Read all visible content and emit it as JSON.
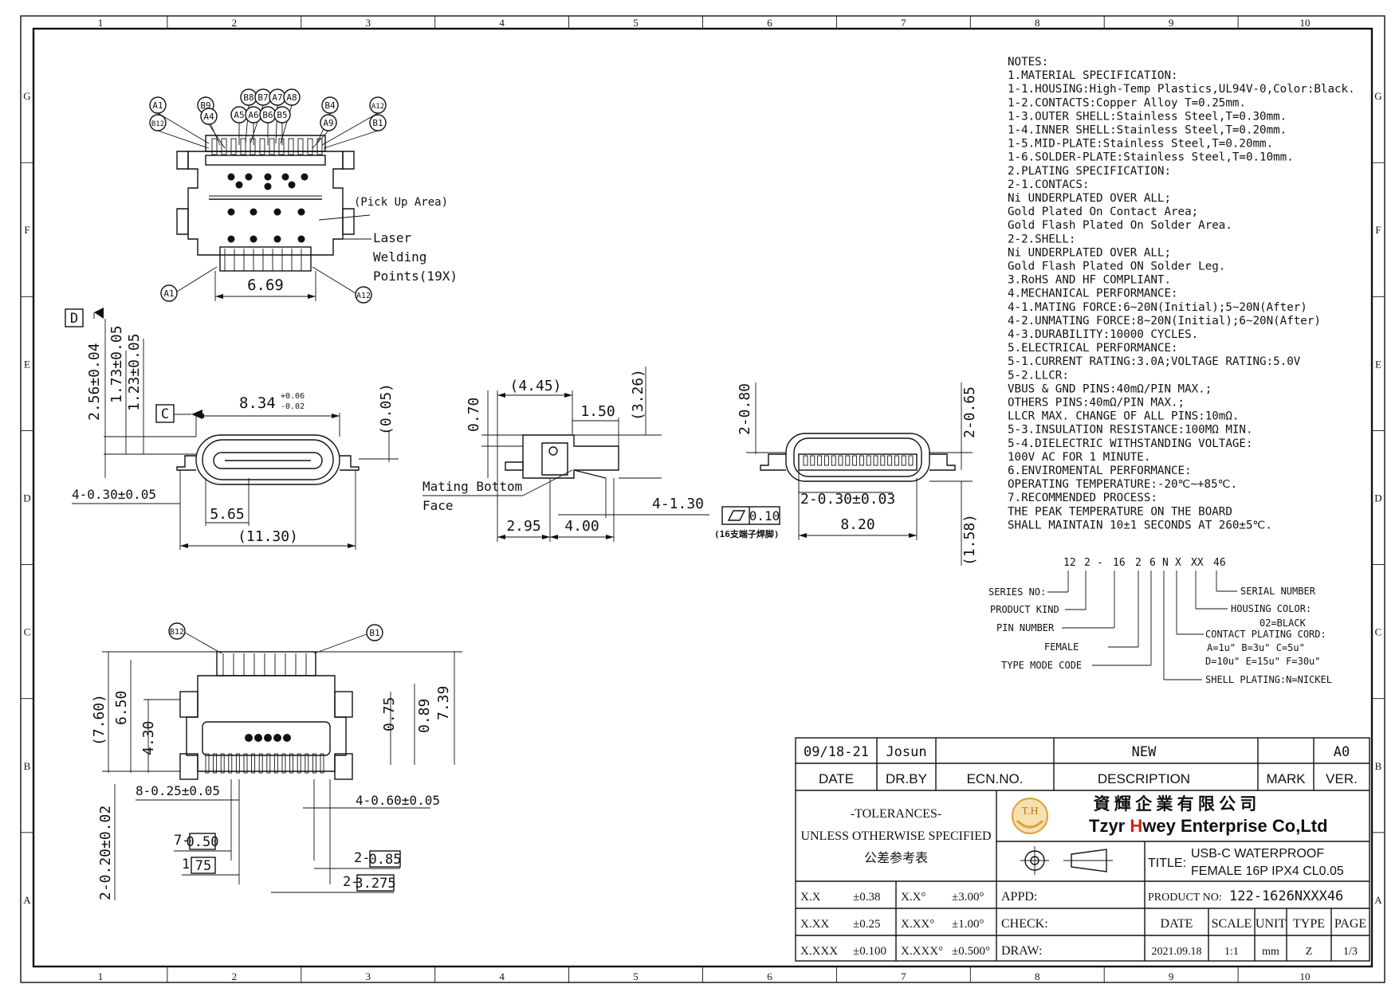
{
  "frame": {
    "columns": [
      "1",
      "2",
      "3",
      "4",
      "5",
      "6",
      "7",
      "8",
      "9",
      "10"
    ],
    "rows": [
      "G",
      "F",
      "E",
      "D",
      "C",
      "B",
      "A"
    ]
  },
  "top_view": {
    "pin_callouts": [
      "A1",
      "B12",
      "B9",
      "A4",
      "B8",
      "B7",
      "A7",
      "A8",
      "A5",
      "A6",
      "B6",
      "B5",
      "B4",
      "A9",
      "A12",
      "B1"
    ],
    "bottom_callouts": [
      "A1",
      "A12"
    ],
    "pickup_label": "(Pick Up Area)",
    "laser_label": [
      "Laser",
      "Welding",
      "Points(19X)"
    ],
    "width_dim": "6.69"
  },
  "front_view": {
    "datum_d": "D",
    "datum_c": "C",
    "dim_256": "2.56±0.04",
    "dim_173": "1.73±0.05",
    "dim_123": "1.23±0.05",
    "dim_834": "8.34",
    "dim_834_tol_plus": "+0.06",
    "dim_834_tol_minus": "-0.02",
    "dim_005": "(0.05)",
    "dim_030": "4-0.30±0.05",
    "dim_565": "5.65",
    "dim_1130": "(11.30)"
  },
  "side_view": {
    "dim_445": "(4.45)",
    "dim_070": "0.70",
    "dim_150": "1.50",
    "dim_326": "(3.26)",
    "mating_label": [
      "Mating Bottom",
      "Face"
    ],
    "dim_130": "4-1.30",
    "dim_295": "2.95",
    "dim_400": "4.00"
  },
  "rear_view": {
    "dim_080": "2-0.80",
    "dim_065": "2-0.65",
    "dim_030b": "2-0.30±0.03",
    "flatness_value": "0.10",
    "flatness_note": "(16支端子焊脚)",
    "dim_820": "8.20",
    "dim_158": "(1.58)"
  },
  "bottom_view": {
    "callouts": [
      "B12",
      "B1"
    ],
    "dim_760": "(7.60)",
    "dim_650": "6.50",
    "dim_430": "4.30",
    "dim_075": "0.75",
    "dim_089": "0.89",
    "dim_739": "7.39",
    "dim_025": "8-0.25±0.05",
    "dim_060": "4-0.60±0.05",
    "dim_020": "2-0.20±0.02",
    "dim_050_prefix": "7-",
    "dim_050": "0.50",
    "dim_175_prefix": "1",
    "dim_175": "75",
    "dim_085_prefix": "2-",
    "dim_085": "0.85",
    "dim_3275_prefix": "2-",
    "dim_3275": "3.275"
  },
  "notes": [
    "NOTES:",
    "1.MATERIAL  SPECIFICATION:",
    "  1-1.HOUSING:High-Temp  Plastics,UL94V-0,Color:Black.",
    "  1-2.CONTACTS:Copper  Alloy  T=0.25mm.",
    "  1-3.OUTER  SHELL:Stainless  Steel,T=0.30mm.",
    "  1-4.INNER  SHELL:Stainless  Steel,T=0.20mm.",
    "  1-5.MID-PLATE:Stainless  Steel,T=0.20mm.",
    "  1-6.SOLDER-PLATE:Stainless  Steel,T=0.10mm.",
    "  2.PLATING  SPECIFICATION:",
    "  2-1.CONTACS:",
    "      Ni  UNDERPLATED  OVER  ALL;",
    "      Gold  Plated  On  Contact  Area;",
    "      Gold  Flash  Plated  On  Solder  Area.",
    "  2-2.SHELL:",
    "      Ni  UNDERPLATED  OVER  ALL;",
    "      Gold  Flash  Plated  ON  Solder  Leg.",
    "3.RoHS  AND  HF  COMPLIANT.",
    "4.MECHANICAL  PERFORMANCE:",
    "  4-1.MATING  FORCE:6~20N(Initial);5~20N(After)",
    "  4-2.UNMATING  FORCE:8~20N(Initial);6~20N(After)",
    "  4-3.DURABILITY:10000  CYCLES.",
    "5.ELECTRICAL  PERFORMANCE:",
    "  5-1.CURRENT  RATING:3.0A;VOLTAGE  RATING:5.0V",
    "  5-2.LLCR:",
    "      VBUS  &  GND  PINS:40mΩ/PIN  MAX.;",
    "      OTHERS  PINS:40mΩ/PIN  MAX.;",
    "      LLCR  MAX.  CHANGE  OF  ALL  PINS:10mΩ.",
    "  5-3.INSULATION  RESISTANCE:100MΩ  MIN.",
    "  5-4.DIELECTRIC  WITHSTANDING  VOLTAGE:",
    "      100V  AC  FOR  1  MINUTE.",
    "6.ENVIROMENTAL  PERFORMANCE:",
    "   OPERATING  TEMPERATURE:-20℃~+85℃.",
    "7.RECOMMENDED  PROCESS:",
    "  THE  PEAK  TEMPERATURE  ON  THE  BOARD",
    "  SHALL  MAINTAIN  10±1  SECONDS  AT  260±5℃."
  ],
  "part_code": {
    "segments": [
      "12",
      "2",
      "-",
      "16",
      "2",
      "6",
      "N",
      "X",
      "XX",
      "46"
    ],
    "labels_left": [
      "SERIES  NO:",
      "PRODUCT  KIND",
      "PIN  NUMBER",
      "FEMALE",
      "TYPE  MODE  CODE"
    ],
    "labels_right": [
      "SERIAL  NUMBER",
      "HOUSING  COLOR:",
      "02=BLACK",
      "CONTACT  PLATING  CORD:",
      "A=1u\"  B=3u\"  C=5u\"",
      "D=10u\"  E=15u\"  F=30u\"",
      "SHELL  PLATING:N=NICKEL"
    ]
  },
  "title_block": {
    "rev_date": "09/18-21",
    "rev_by": "Josun",
    "rev_desc": "NEW",
    "rev_ver": "A0",
    "hdr_date": "DATE",
    "hdr_drby": "DR.BY",
    "hdr_ecn": "ECN.NO.",
    "hdr_desc": "DESCRIPTION",
    "hdr_mark": "MARK",
    "hdr_ver": "VER.",
    "tol_title": "-TOLERANCES-",
    "tol_line2": "UNLESS OTHERWISE SPECIFIED",
    "tol_line3": "公差参考表",
    "company_cn": "資 輝 企 業 有 限 公 司",
    "company_en_pre": "Tzyr ",
    "company_en_h": "H",
    "company_en_post": "wey Enterprise Co,Ltd",
    "logo_text": "T.H",
    "title_label": "TITLE:",
    "title_line1": "USB-C WATERPROOF",
    "title_line2": "FEMALE 16P  IPX4 CL0.05",
    "tol_rows": [
      [
        "X.X",
        "±0.38",
        "X.X°",
        "±3.00°"
      ],
      [
        "X.XX",
        "±0.25",
        "X.XX°",
        "±1.00°"
      ],
      [
        "X.XXX",
        "±0.100",
        "X.XXX°",
        "±0.500°"
      ]
    ],
    "appd": "APPD:",
    "check": "CHECK:",
    "draw": "DRAW:",
    "product_no_label": "PRODUCT NO:",
    "product_no": "122-1626NXXX46",
    "col_date": "DATE",
    "col_scale": "SCALE",
    "col_unit": "UNIT",
    "col_type": "TYPE",
    "col_page": "PAGE",
    "val_date": "2021.09.18",
    "val_scale": "1:1",
    "val_unit": "mm",
    "val_type": "Z",
    "val_page": "1/3"
  },
  "colors": {
    "ink": "#111111",
    "logo_gold": "#d9a23a",
    "logo_red": "#d0201c"
  }
}
